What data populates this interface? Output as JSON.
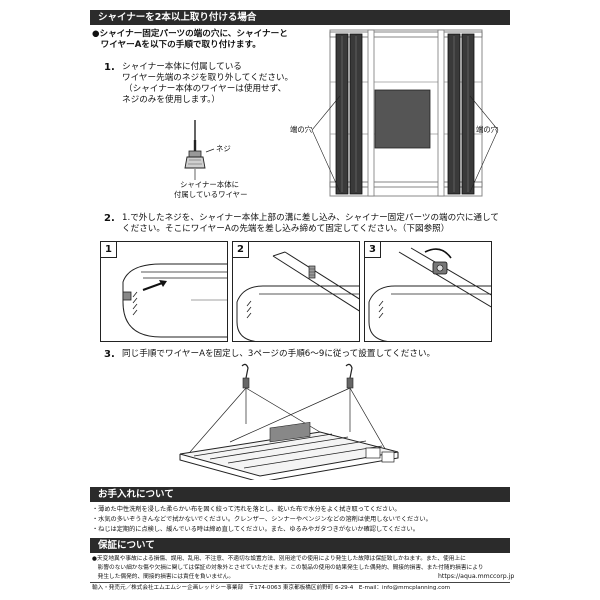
{
  "section_title": "シャイナーを2本以上取り付ける場合",
  "intro": [
    "●シャイナー固定パーツの端の穴に、シャイナーと",
    "　ワイヤーAを以下の手順で取り付けます。"
  ],
  "step1": {
    "num": "1.",
    "lines": [
      "シャイナー本体に付属している",
      "ワイヤー先端のネジを取り外してください。",
      "（シャイナー本体のワイヤーは使用せず、",
      "ネジのみを使用します。）"
    ],
    "screw_label": "ネジ",
    "wire_label": [
      "シャイナー本体に",
      "付属しているワイヤー"
    ]
  },
  "diagram_labels": {
    "left_hole": "端の穴",
    "right_hole": "端の穴"
  },
  "step2": {
    "num": "2.",
    "lines": [
      "1.で外したネジを、シャイナー本体上部の溝に差し込み、シャイナー固定パーツの端の穴に通して",
      "ください。そこにワイヤーAの先端を差し込み締めて固定してください。（下図参照）"
    ],
    "panels": [
      "1",
      "2",
      "3"
    ]
  },
  "step3": {
    "num": "3.",
    "text": "同じ手順でワイヤーAを固定し、3ページの手順6〜9に従って設置してください。"
  },
  "care": {
    "title": "お手入れについて",
    "lines": [
      "・薄めた中性洗剤を浸した柔らかい布を固く絞って汚れを落とし、乾いた布で水分をよく拭き取ってください。",
      "・水気の多いぞうきんなどで拭かないでください。クレンザー、シンナーやベンジンなどの溶剤は使用しないでください。",
      "・ねじは定期的に点検し、緩んでいる時は締め直してください。また、ゆるみやガタつきがないか確認してください。"
    ]
  },
  "warranty": {
    "title": "保証について",
    "lines": [
      "●天変地異や事故による損傷、誤用、乱用、不注意、不適切な設置方法、別用途での使用により発生した故障は保証致しかねます。また、使用上に",
      "　影響のない細かな傷や欠損に関しては保証の対象外とさせていただきます。この製品の使用の結果発生した偶発的、間接的損害、また付随的損害により",
      "　発生した偶発的、間接的損害には責任を負いません。"
    ]
  },
  "footer": {
    "url": "https://aqua.mmccorp.jp",
    "importer": "輸入・発売元／株式会社エムエムシー企画レッドシー事業部　〒174-0063 東京都板橋区前野町 6-29-4　E-mail：info@mmcplanning.com"
  }
}
